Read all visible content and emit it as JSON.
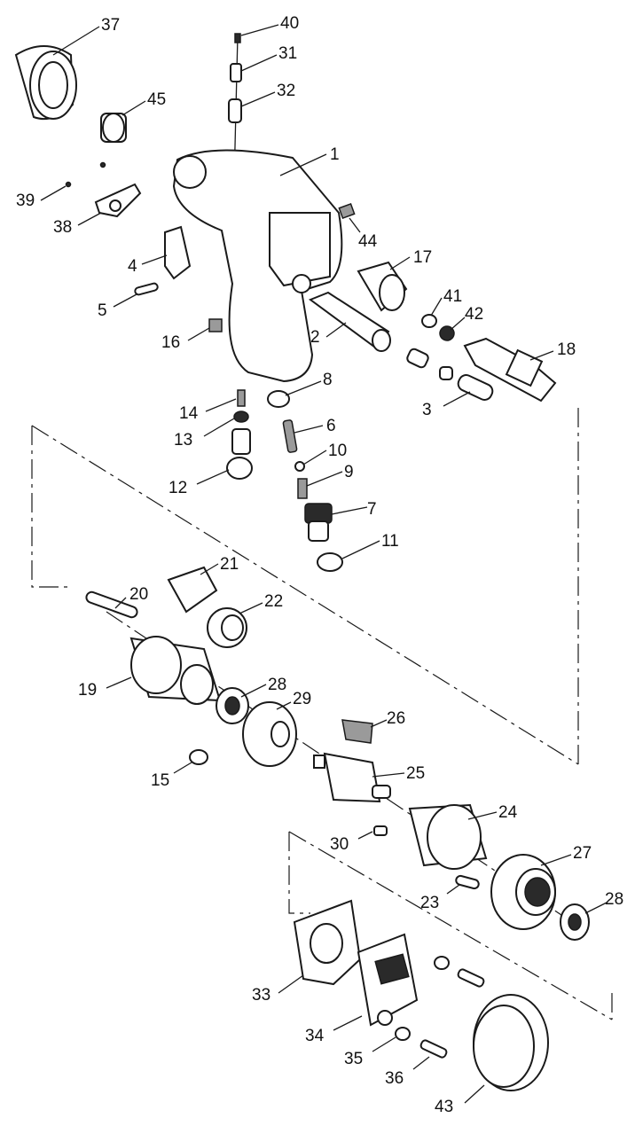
{
  "callouts": [
    {
      "id": "p37",
      "label": "37"
    },
    {
      "id": "p40",
      "label": "40"
    },
    {
      "id": "p31",
      "label": "31"
    },
    {
      "id": "p32",
      "label": "32"
    },
    {
      "id": "p45",
      "label": "45"
    },
    {
      "id": "p1",
      "label": "1"
    },
    {
      "id": "p39",
      "label": "39"
    },
    {
      "id": "p38",
      "label": "38"
    },
    {
      "id": "p44",
      "label": "44"
    },
    {
      "id": "p4",
      "label": "4"
    },
    {
      "id": "p17",
      "label": "17"
    },
    {
      "id": "p5",
      "label": "5"
    },
    {
      "id": "p41",
      "label": "41"
    },
    {
      "id": "p42",
      "label": "42"
    },
    {
      "id": "p2",
      "label": "2"
    },
    {
      "id": "p16",
      "label": "16"
    },
    {
      "id": "p18",
      "label": "18"
    },
    {
      "id": "p8",
      "label": "8"
    },
    {
      "id": "p14",
      "label": "14"
    },
    {
      "id": "p3",
      "label": "3"
    },
    {
      "id": "p13",
      "label": "13"
    },
    {
      "id": "p6",
      "label": "6"
    },
    {
      "id": "p10",
      "label": "10"
    },
    {
      "id": "p9",
      "label": "9"
    },
    {
      "id": "p12",
      "label": "12"
    },
    {
      "id": "p7",
      "label": "7"
    },
    {
      "id": "p11",
      "label": "11"
    },
    {
      "id": "p21",
      "label": "21"
    },
    {
      "id": "p20",
      "label": "20"
    },
    {
      "id": "p22",
      "label": "22"
    },
    {
      "id": "p19",
      "label": "19"
    },
    {
      "id": "p28a",
      "label": "28"
    },
    {
      "id": "p29",
      "label": "29"
    },
    {
      "id": "p26",
      "label": "26"
    },
    {
      "id": "p15",
      "label": "15"
    },
    {
      "id": "p25",
      "label": "25"
    },
    {
      "id": "p24",
      "label": "24"
    },
    {
      "id": "p30",
      "label": "30"
    },
    {
      "id": "p27",
      "label": "27"
    },
    {
      "id": "p23",
      "label": "23"
    },
    {
      "id": "p28b",
      "label": "28"
    },
    {
      "id": "p33",
      "label": "33"
    },
    {
      "id": "p34",
      "label": "34"
    },
    {
      "id": "p35",
      "label": "35"
    },
    {
      "id": "p36",
      "label": "36"
    },
    {
      "id": "p43",
      "label": "43"
    }
  ]
}
